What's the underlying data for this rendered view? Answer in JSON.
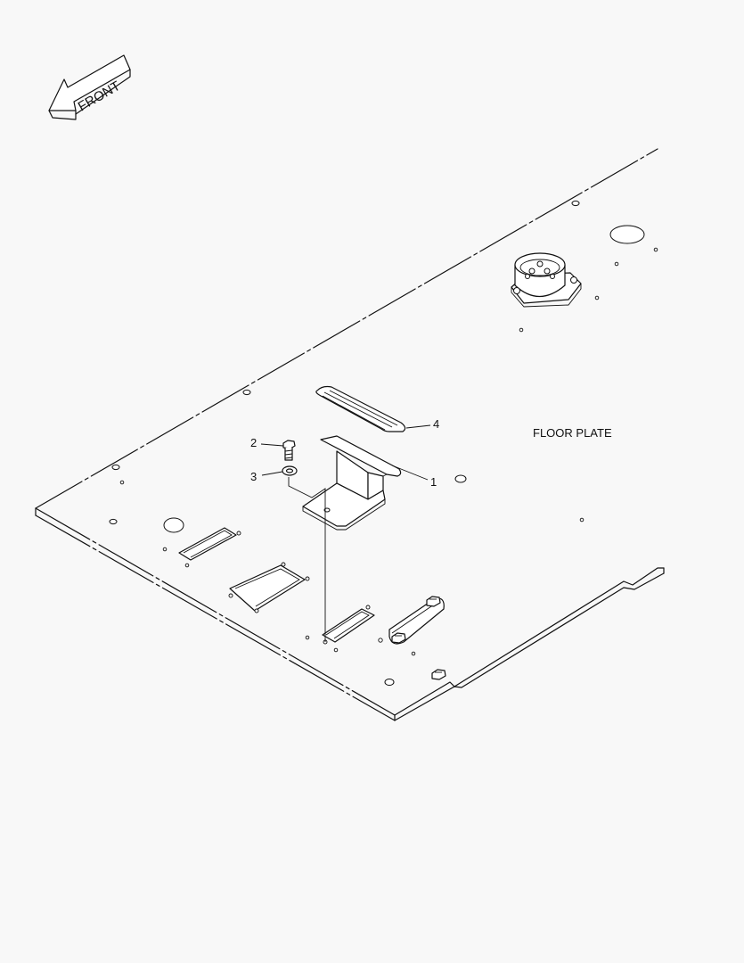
{
  "front_arrow": {
    "label": "FRONT"
  },
  "title": {
    "text": "FLOOR PLATE"
  },
  "callouts": [
    {
      "id": "1",
      "label": "1"
    },
    {
      "id": "2",
      "label": "2"
    },
    {
      "id": "3",
      "label": "3"
    },
    {
      "id": "4",
      "label": "4"
    }
  ],
  "colors": {
    "background": "#f8f8f8",
    "line": "#111111",
    "fill": "#ffffff"
  }
}
